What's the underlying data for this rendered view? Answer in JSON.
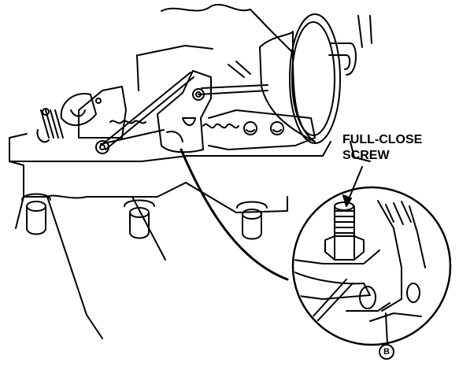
{
  "callouts": {
    "screw_line1": "FULL-CLOSE",
    "screw_line2": "SCREW",
    "marker_b": "B"
  }
}
